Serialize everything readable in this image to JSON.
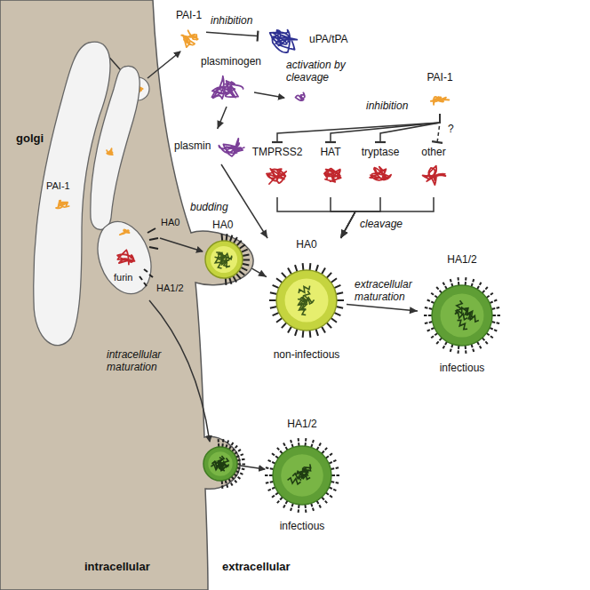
{
  "diagram": {
    "nodes": [
      {
        "text": [
          "intracellular"
        ]
      },
      {
        "text": [
          "golgi"
        ],
        "in": 0
      },
      {
        "text": [
          "PAI-1"
        ]
      },
      {
        "text": [
          "uPA/tPA"
        ]
      },
      {
        "text": [
          "plasminogen"
        ]
      },
      {
        "text": [
          "plasmin"
        ]
      },
      {
        "text": [
          "PAI-1"
        ]
      },
      {
        "text": [
          "TMPRSS2"
        ]
      },
      {
        "text": [
          "HAT"
        ]
      },
      {
        "text": [
          "tryptase"
        ]
      },
      {
        "text": [
          "other"
        ]
      },
      {
        "text": [
          "HA0"
        ]
      },
      {
        "text": [
          "HA0",
          "non-infectious"
        ]
      },
      {
        "text": [
          "HA1/2",
          "infectious"
        ]
      },
      {
        "text": [
          "HA1/2",
          "infectious"
        ]
      }
    ],
    "edges": [
      {
        "from": 2,
        "to": 3,
        "arrow": "to",
        "label": "inhibition"
      },
      {
        "from": 4,
        "to": 5,
        "arrow": "to"
      },
      {
        "from": 5,
        "to": 12,
        "arrow": "to"
      },
      {
        "from": 6,
        "to": 7,
        "arrow": "to"
      },
      {
        "from": 6,
        "to": 8,
        "arrow": "to"
      },
      {
        "from": 6,
        "to": 9,
        "arrow": "to"
      },
      {
        "from": 6,
        "to": 10,
        "arrow": "to",
        "label": "?"
      },
      {
        "from": 7,
        "to": 12,
        "arrow": "to",
        "label": "cleavage"
      },
      {
        "from": 8,
        "to": 12,
        "arrow": "to"
      },
      {
        "from": 9,
        "to": 12,
        "arrow": "to"
      },
      {
        "from": 10,
        "to": 12,
        "arrow": "to"
      },
      {
        "from": 11,
        "to": 12,
        "arrow": "to"
      },
      {
        "from": 12,
        "to": 13,
        "arrow": "to",
        "label": "extracellular maturation"
      }
    ],
    "labels": [
      "PAI-1",
      "furin",
      "HA0",
      "HA1/2",
      "intracellular maturation",
      "activation by cleavage",
      "inhibition",
      "budding",
      "extracellular"
    ]
  }
}
